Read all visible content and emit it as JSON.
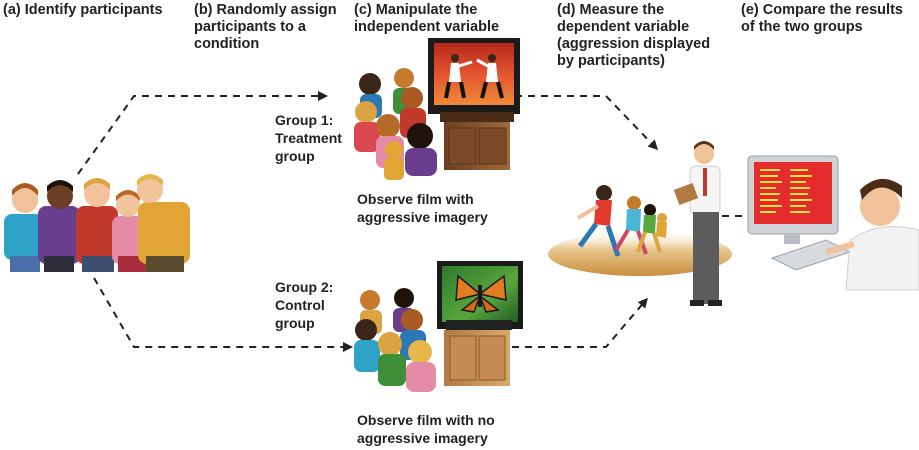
{
  "steps": {
    "a": {
      "line1": "(a) Identify participants"
    },
    "b": {
      "line1": "(b) Randomly assign",
      "line2": "participants to a",
      "line3": "condition"
    },
    "c": {
      "line1": "(c) Manipulate the",
      "line2": "independent variable"
    },
    "d": {
      "line1": "(d) Measure the",
      "line2": "dependent variable",
      "line3": "(aggression displayed",
      "line4": "by participants)"
    },
    "e": {
      "line1": "(e) Compare the results",
      "line2": "of the two groups"
    }
  },
  "group1": {
    "line1": "Group 1:",
    "line2": "Treatment",
    "line3": "group",
    "caption1": "Observe film with",
    "caption2": "aggressive imagery"
  },
  "group2": {
    "line1": "Group 2:",
    "line2": "Control",
    "line3": "group",
    "caption1": "Observe film with no",
    "caption2": "aggressive imagery"
  },
  "icons": {
    "participants": "group-of-children-illustration",
    "tv1": "tv-fighting-scene",
    "tv2": "tv-butterfly-scene",
    "measure": "researcher-with-clipboard-and-running-children",
    "compare": "researcher-at-computer"
  },
  "colors": {
    "arrow": "#222222",
    "tv_cabinet": "#8a5a36",
    "screen_red": "#d9472b",
    "screen_green": "#3f8e3a",
    "floor": "#d6a35a"
  }
}
